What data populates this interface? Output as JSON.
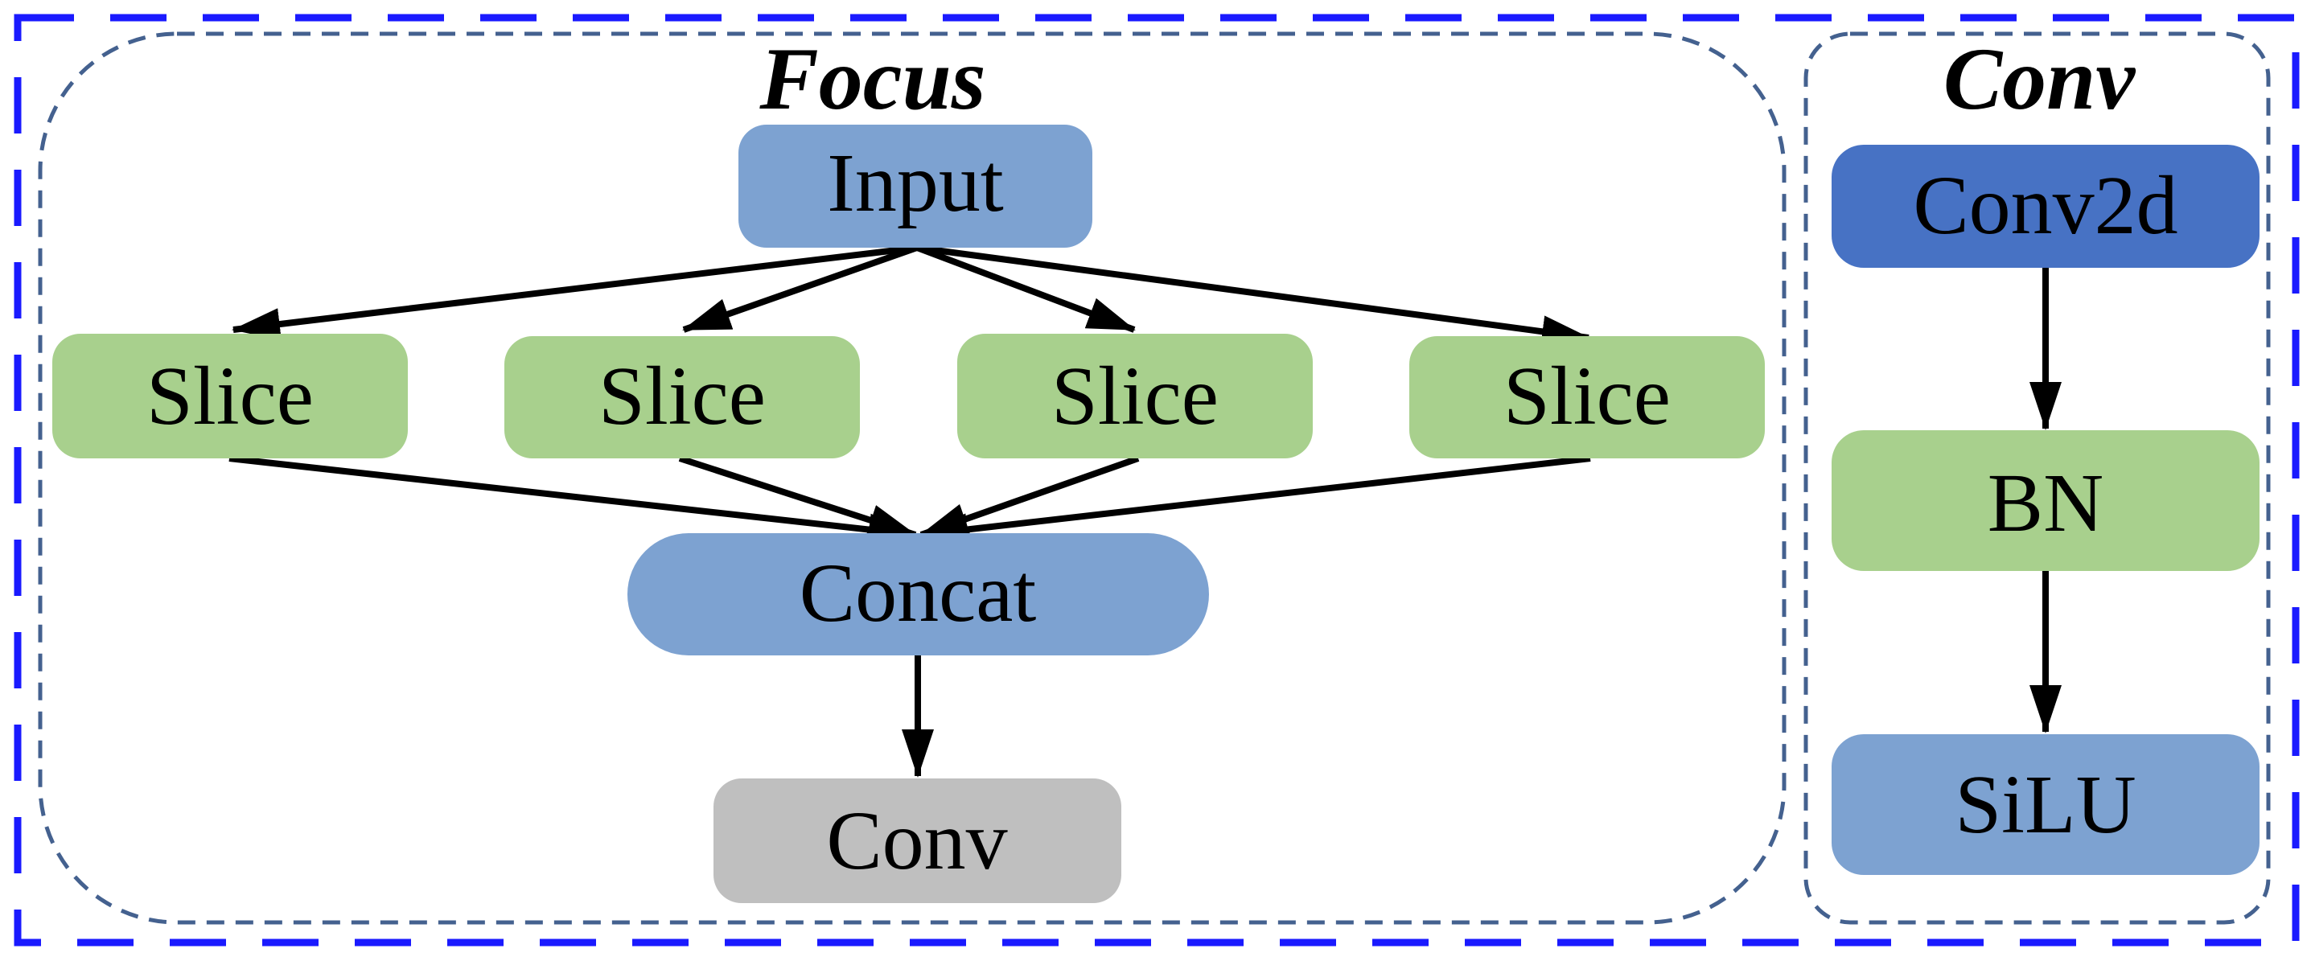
{
  "colors": {
    "outer_border": "#1a1aff",
    "group_border": "#44618f",
    "blue_node": "#7da2d1",
    "dark_blue_node": "#4772c4",
    "green_node": "#a8d08d",
    "gray_node": "#bfbfbf",
    "arrow": "#000000"
  },
  "focus": {
    "title": "Focus",
    "input_label": "Input",
    "slice_labels": [
      "Slice",
      "Slice",
      "Slice",
      "Slice"
    ],
    "concat_label": "Concat",
    "conv_label": "Conv"
  },
  "conv": {
    "title": "Conv",
    "conv2d_label": "Conv2d",
    "bn_label": "BN",
    "silu_label": "SiLU"
  }
}
